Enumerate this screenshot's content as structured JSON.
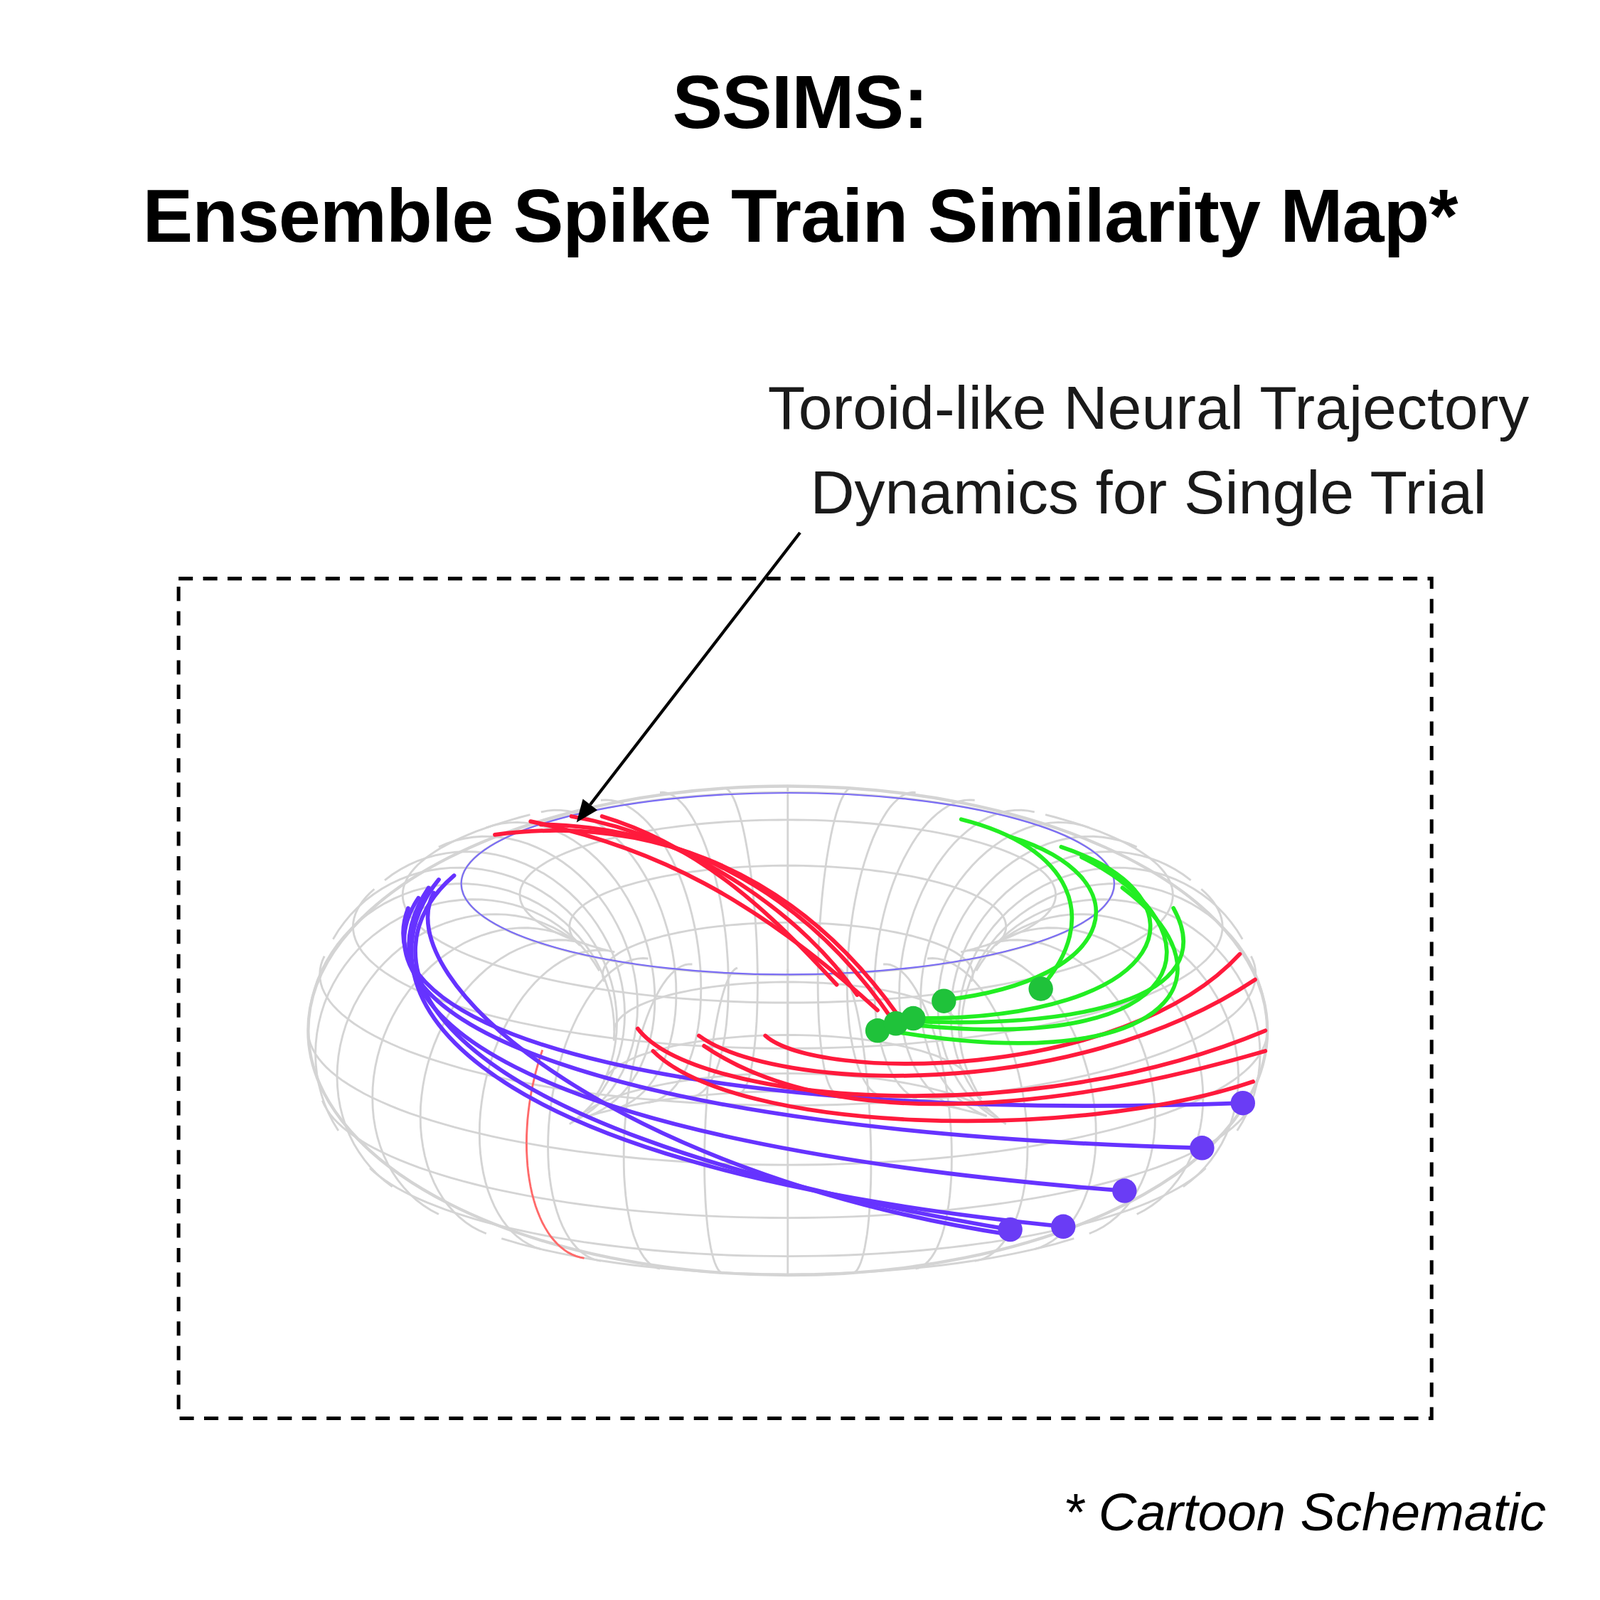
{
  "diagram": {
    "title": "SSIMS: Ensemble Spike Train Similarity Map*",
    "labels": [
      "Toroid-like Neural Trajectory Dynamics for Single Trial",
      "* Cartoon Schematic"
    ]
  }
}
